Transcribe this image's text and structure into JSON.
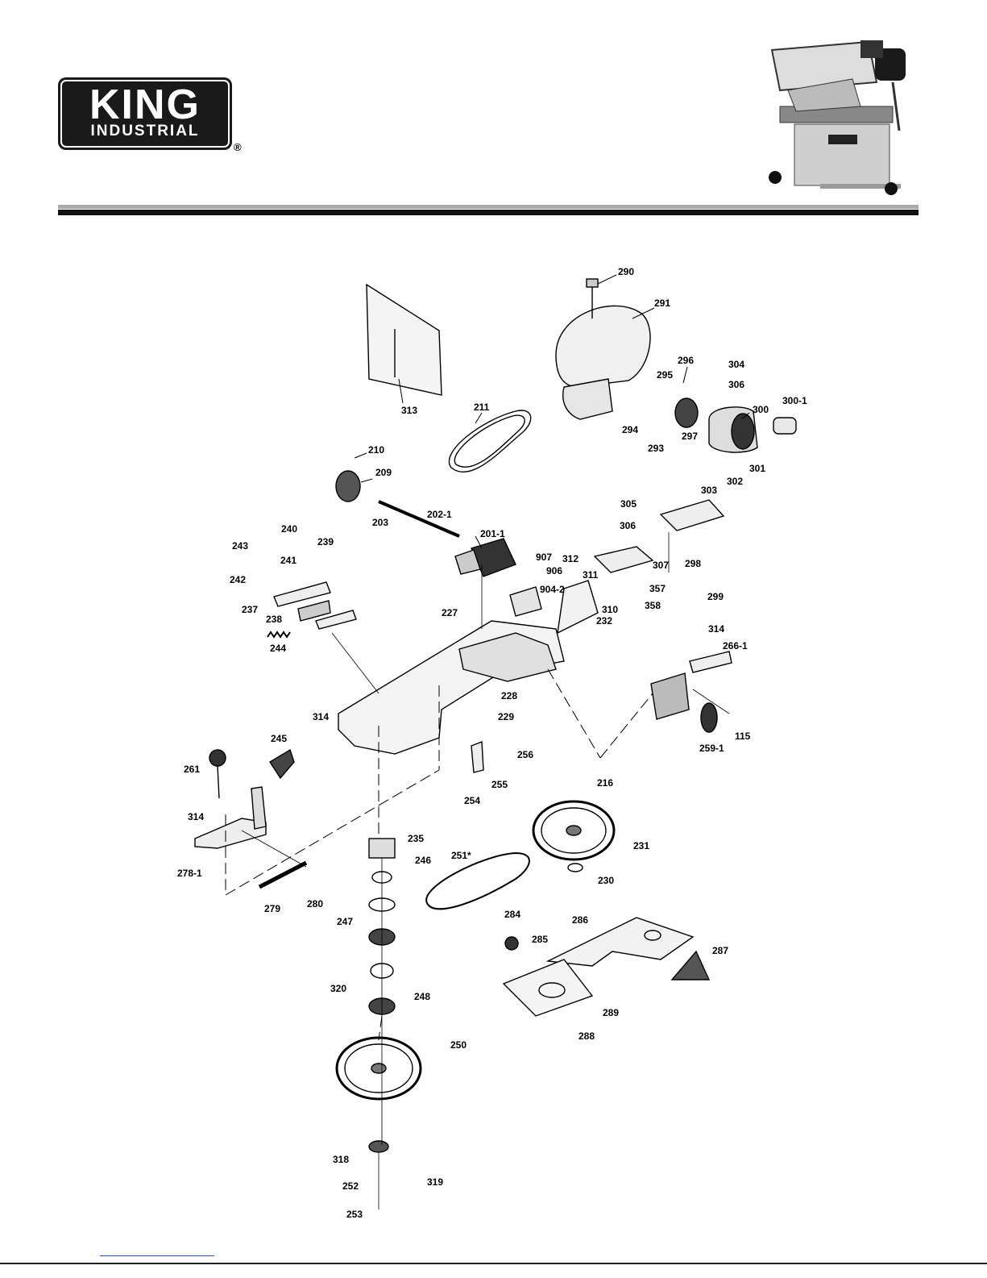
{
  "header": {
    "logo_main": "KING",
    "logo_sub": "INDUSTRIAL",
    "registered": "®"
  },
  "callouts": [
    {
      "id": "c290",
      "text": "290"
    },
    {
      "id": "c291",
      "text": "291"
    },
    {
      "id": "c313",
      "text": "313"
    },
    {
      "id": "c296",
      "text": "296"
    },
    {
      "id": "c304",
      "text": "304"
    },
    {
      "id": "c295",
      "text": "295"
    },
    {
      "id": "c306a",
      "text": "306"
    },
    {
      "id": "c300_1",
      "text": "300-1"
    },
    {
      "id": "c211",
      "text": "211"
    },
    {
      "id": "c300",
      "text": "300"
    },
    {
      "id": "c294",
      "text": "294"
    },
    {
      "id": "c293",
      "text": "293"
    },
    {
      "id": "c297",
      "text": "297"
    },
    {
      "id": "c210",
      "text": "210"
    },
    {
      "id": "c209",
      "text": "209"
    },
    {
      "id": "c301",
      "text": "301"
    },
    {
      "id": "c302",
      "text": "302"
    },
    {
      "id": "c303",
      "text": "303"
    },
    {
      "id": "c203",
      "text": "203"
    },
    {
      "id": "c202_1",
      "text": "202-1"
    },
    {
      "id": "c305",
      "text": "305"
    },
    {
      "id": "c240",
      "text": "240"
    },
    {
      "id": "c201_1",
      "text": "201-1"
    },
    {
      "id": "c306b",
      "text": "306"
    },
    {
      "id": "c243",
      "text": "243"
    },
    {
      "id": "c239",
      "text": "239"
    },
    {
      "id": "c241",
      "text": "241"
    },
    {
      "id": "c907",
      "text": "907"
    },
    {
      "id": "c312",
      "text": "312"
    },
    {
      "id": "c906",
      "text": "906"
    },
    {
      "id": "c307",
      "text": "307"
    },
    {
      "id": "c298",
      "text": "298"
    },
    {
      "id": "c242",
      "text": "242"
    },
    {
      "id": "c311",
      "text": "311"
    },
    {
      "id": "c904_2",
      "text": "904-2"
    },
    {
      "id": "c357",
      "text": "357"
    },
    {
      "id": "c237",
      "text": "237"
    },
    {
      "id": "c310",
      "text": "310"
    },
    {
      "id": "c299",
      "text": "299"
    },
    {
      "id": "c358",
      "text": "358"
    },
    {
      "id": "c238",
      "text": "238"
    },
    {
      "id": "c227",
      "text": "227"
    },
    {
      "id": "c232",
      "text": "232"
    },
    {
      "id": "c314a",
      "text": "314"
    },
    {
      "id": "c244",
      "text": "244"
    },
    {
      "id": "c266_1",
      "text": "266-1"
    },
    {
      "id": "c228",
      "text": "228"
    },
    {
      "id": "c229",
      "text": "229"
    },
    {
      "id": "c314b",
      "text": "314"
    },
    {
      "id": "c115",
      "text": "115"
    },
    {
      "id": "c245",
      "text": "245"
    },
    {
      "id": "c259_1",
      "text": "259-1"
    },
    {
      "id": "c256",
      "text": "256"
    },
    {
      "id": "c261",
      "text": "261"
    },
    {
      "id": "c216",
      "text": "216"
    },
    {
      "id": "c255",
      "text": "255"
    },
    {
      "id": "c254",
      "text": "254"
    },
    {
      "id": "c314c",
      "text": "314"
    },
    {
      "id": "c235",
      "text": "235"
    },
    {
      "id": "c231",
      "text": "231"
    },
    {
      "id": "c251",
      "text": "251*"
    },
    {
      "id": "c246",
      "text": "246"
    },
    {
      "id": "c278_1",
      "text": "278-1"
    },
    {
      "id": "c230",
      "text": "230"
    },
    {
      "id": "c280",
      "text": "280"
    },
    {
      "id": "c279",
      "text": "279"
    },
    {
      "id": "c247",
      "text": "247"
    },
    {
      "id": "c284",
      "text": "284"
    },
    {
      "id": "c286",
      "text": "286"
    },
    {
      "id": "c285",
      "text": "285"
    },
    {
      "id": "c287",
      "text": "287"
    },
    {
      "id": "c320",
      "text": "320"
    },
    {
      "id": "c248",
      "text": "248"
    },
    {
      "id": "c289",
      "text": "289"
    },
    {
      "id": "c288",
      "text": "288"
    },
    {
      "id": "c250",
      "text": "250"
    },
    {
      "id": "c318",
      "text": "318"
    },
    {
      "id": "c319",
      "text": "319"
    },
    {
      "id": "c252",
      "text": "252"
    },
    {
      "id": "c253",
      "text": "253"
    }
  ]
}
